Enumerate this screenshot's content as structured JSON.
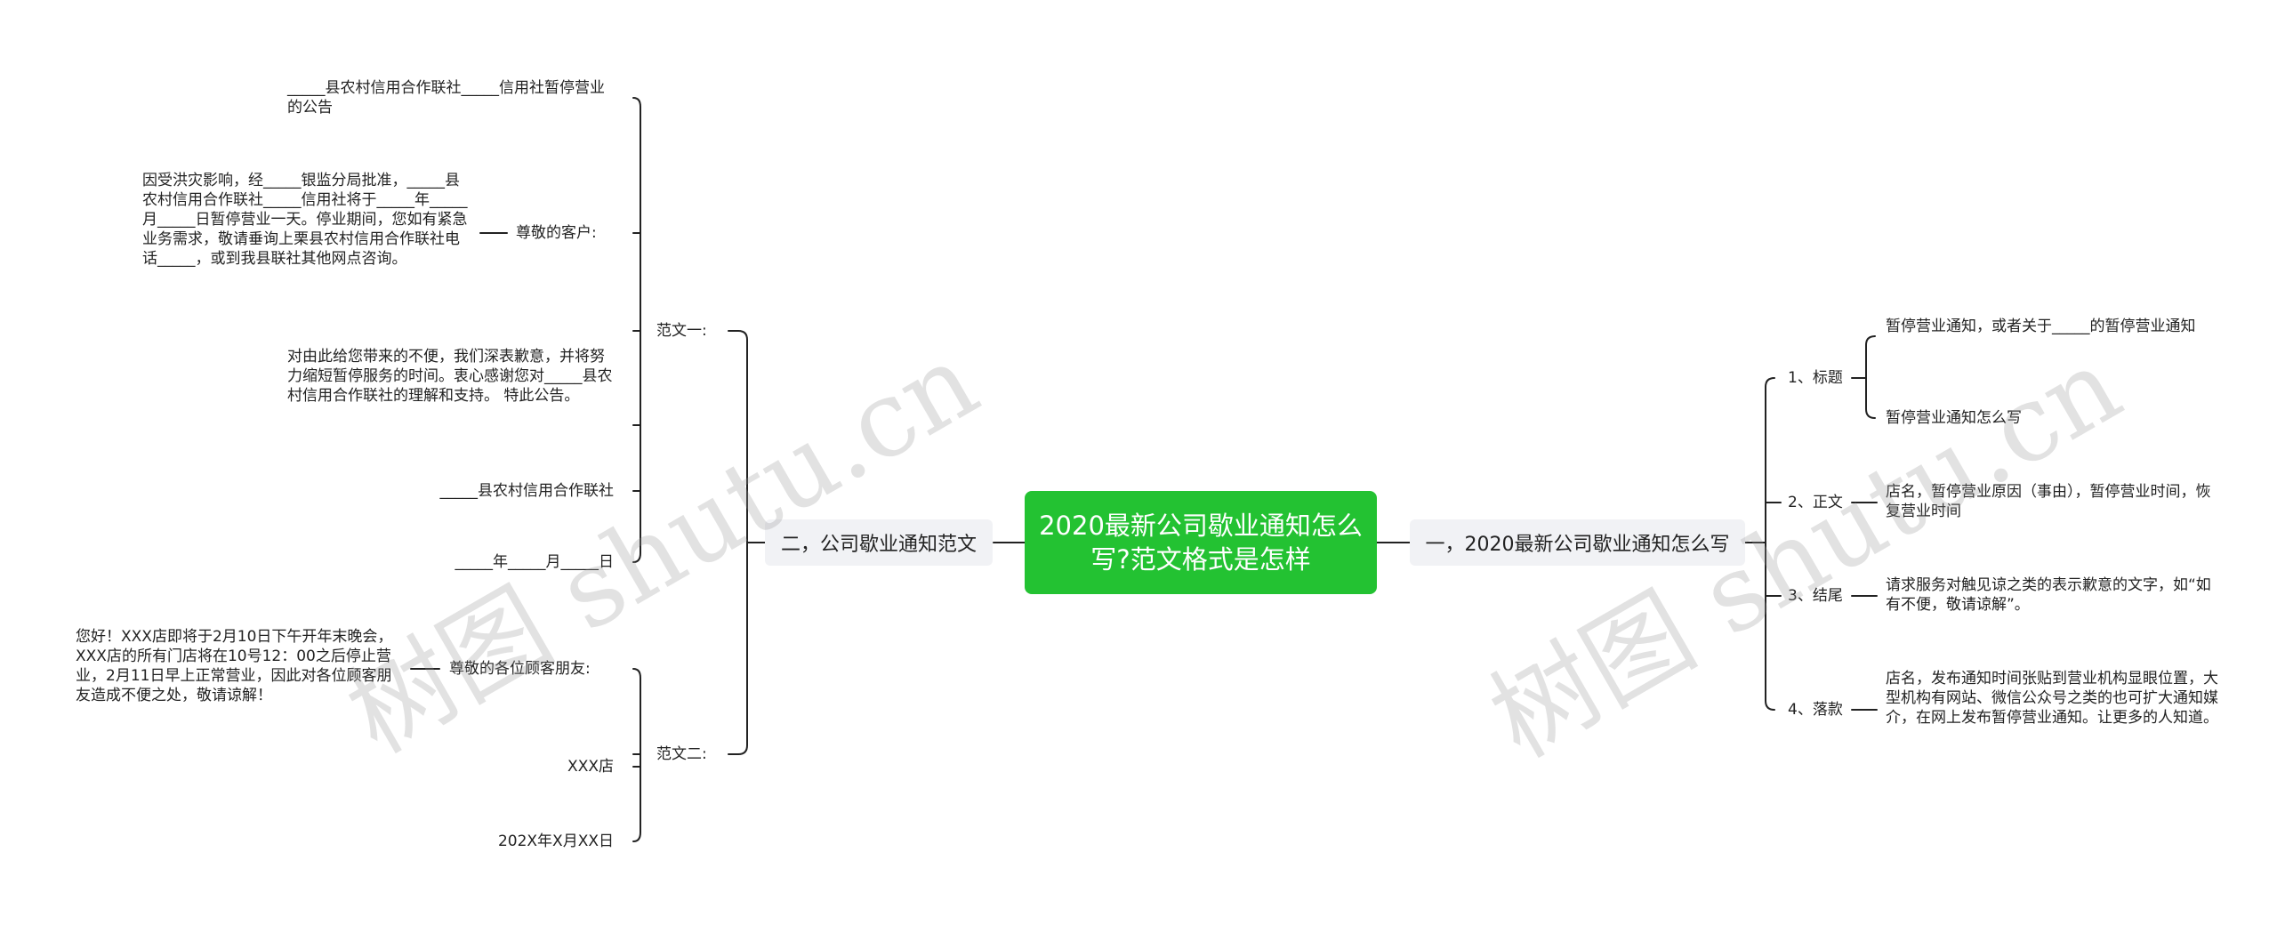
{
  "root": {
    "title": "2020最新公司歇业通知怎么写?范文格式是怎样"
  },
  "watermark": "树图 shutu.cn",
  "left_branch": {
    "label": "二，公司歇业通知范文",
    "sample1": {
      "label": "范文一:",
      "heading": "_____县农村信用合作联社_____信用社暂停营业的公告",
      "salutation": "尊敬的客户:",
      "body1": "因受洪灾影响，经_____银监分局批准，_____县农村信用合作联社_____信用社将于_____年_____月_____日暂停营业一天。停业期间，您如有紧急业务需求，敬请垂询上栗县农村信用合作联社电话_____，或到我县联社其他网点咨询。",
      "body2": "对由此给您带来的不便，我们深表歉意，并将努力缩短暂停服务的时间。衷心感谢您对_____县农村信用合作联社的理解和支持。 特此公告。",
      "signature": "_____县农村信用合作联社",
      "date": "_____年_____月_____日"
    },
    "sample2": {
      "label": "范文二:",
      "salutation": "尊敬的各位顾客朋友:",
      "body": "您好！XXX店即将于2月10日下午开年末晚会，XXX店的所有门店将在10号12：00之后停止营业，2月11日早上正常营业，因此对各位顾客朋友造成不便之处，敬请谅解！",
      "signature": "XXX店",
      "date": "202X年X月XX日"
    }
  },
  "right_branch": {
    "label": "一，2020最新公司歇业通知怎么写",
    "items": [
      {
        "label": "1、标题",
        "children": [
          "暂停营业通知，或者关于_____的暂停营业通知",
          "暂停营业通知怎么写"
        ]
      },
      {
        "label": "2、正文",
        "children": [
          "店名，暂停营业原因（事由），暂停营业时间，恢复营业时间"
        ]
      },
      {
        "label": "3、结尾",
        "children": [
          "请求服务对触见谅之类的表示歉意的文字，如“如有不便，敬请谅解”。"
        ]
      },
      {
        "label": "4、落款",
        "children": [
          "店名，发布通知时间张贴到营业机构显眼位置，大型机构有网站、微信公众号之类的也可扩大通知媒介，在网上发布暂停营业通知。让更多的人知道。"
        ]
      }
    ]
  }
}
